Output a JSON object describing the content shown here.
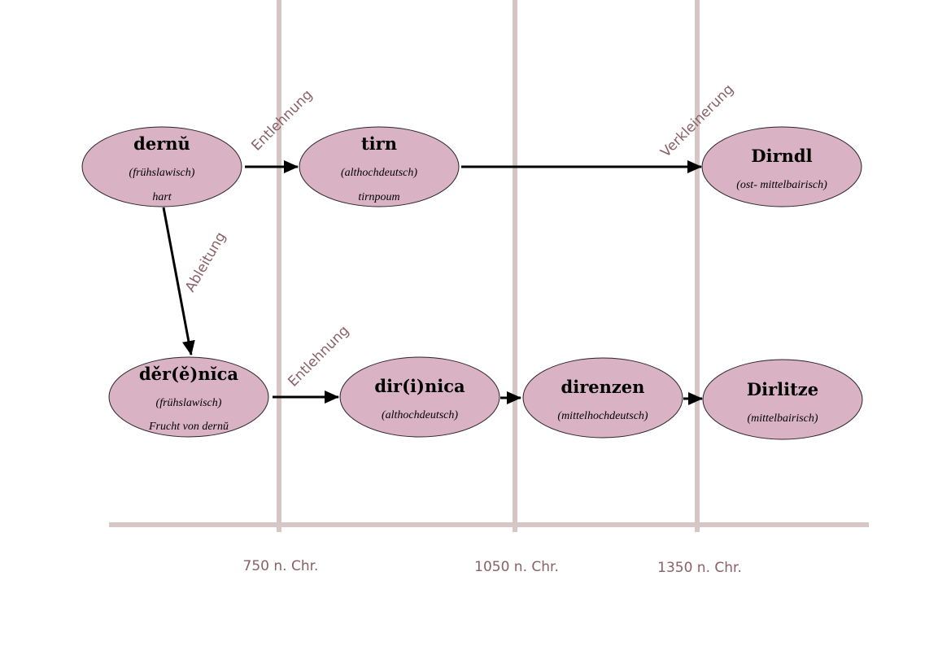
{
  "colors": {
    "node_fill": "#d9b2c4",
    "node_stroke": "#2a2226",
    "grid_line": "#d6c6c6",
    "label_text": "#8a6068",
    "arrow": "#000000"
  },
  "timeline": {
    "labels": [
      "750 n. Chr.",
      "1050 n. Chr.",
      "1350 n. Chr."
    ]
  },
  "nodes": {
    "dernu": {
      "title": "dernŭ",
      "language": "(frühslawisch)",
      "note": "hart"
    },
    "tirn": {
      "title": "tirn",
      "language": "(althochdeutsch)",
      "note": "tirnpoum"
    },
    "dirndl": {
      "title": "Dirndl",
      "language": "(ost- mittelbairisch)",
      "note": ""
    },
    "derenica": {
      "title": "děr(ě)nĭca",
      "language": "(frühslawisch)",
      "note": "Frucht von dernŭ"
    },
    "dirinica": {
      "title": "dir(i)nica",
      "language": "(althochdeutsch)",
      "note": ""
    },
    "direnzen": {
      "title": "direnzen",
      "language": "(mittelhochdeutsch)",
      "note": ""
    },
    "dirlitze": {
      "title": "Dirlitze",
      "language": "(mittelbairisch)",
      "note": ""
    }
  },
  "edges": {
    "entlehnung_top": "Entlehnung",
    "verkleinerung": "Verkleinerung",
    "ableitung": "Ableitung",
    "entlehnung_bottom": "Entlehnung"
  }
}
